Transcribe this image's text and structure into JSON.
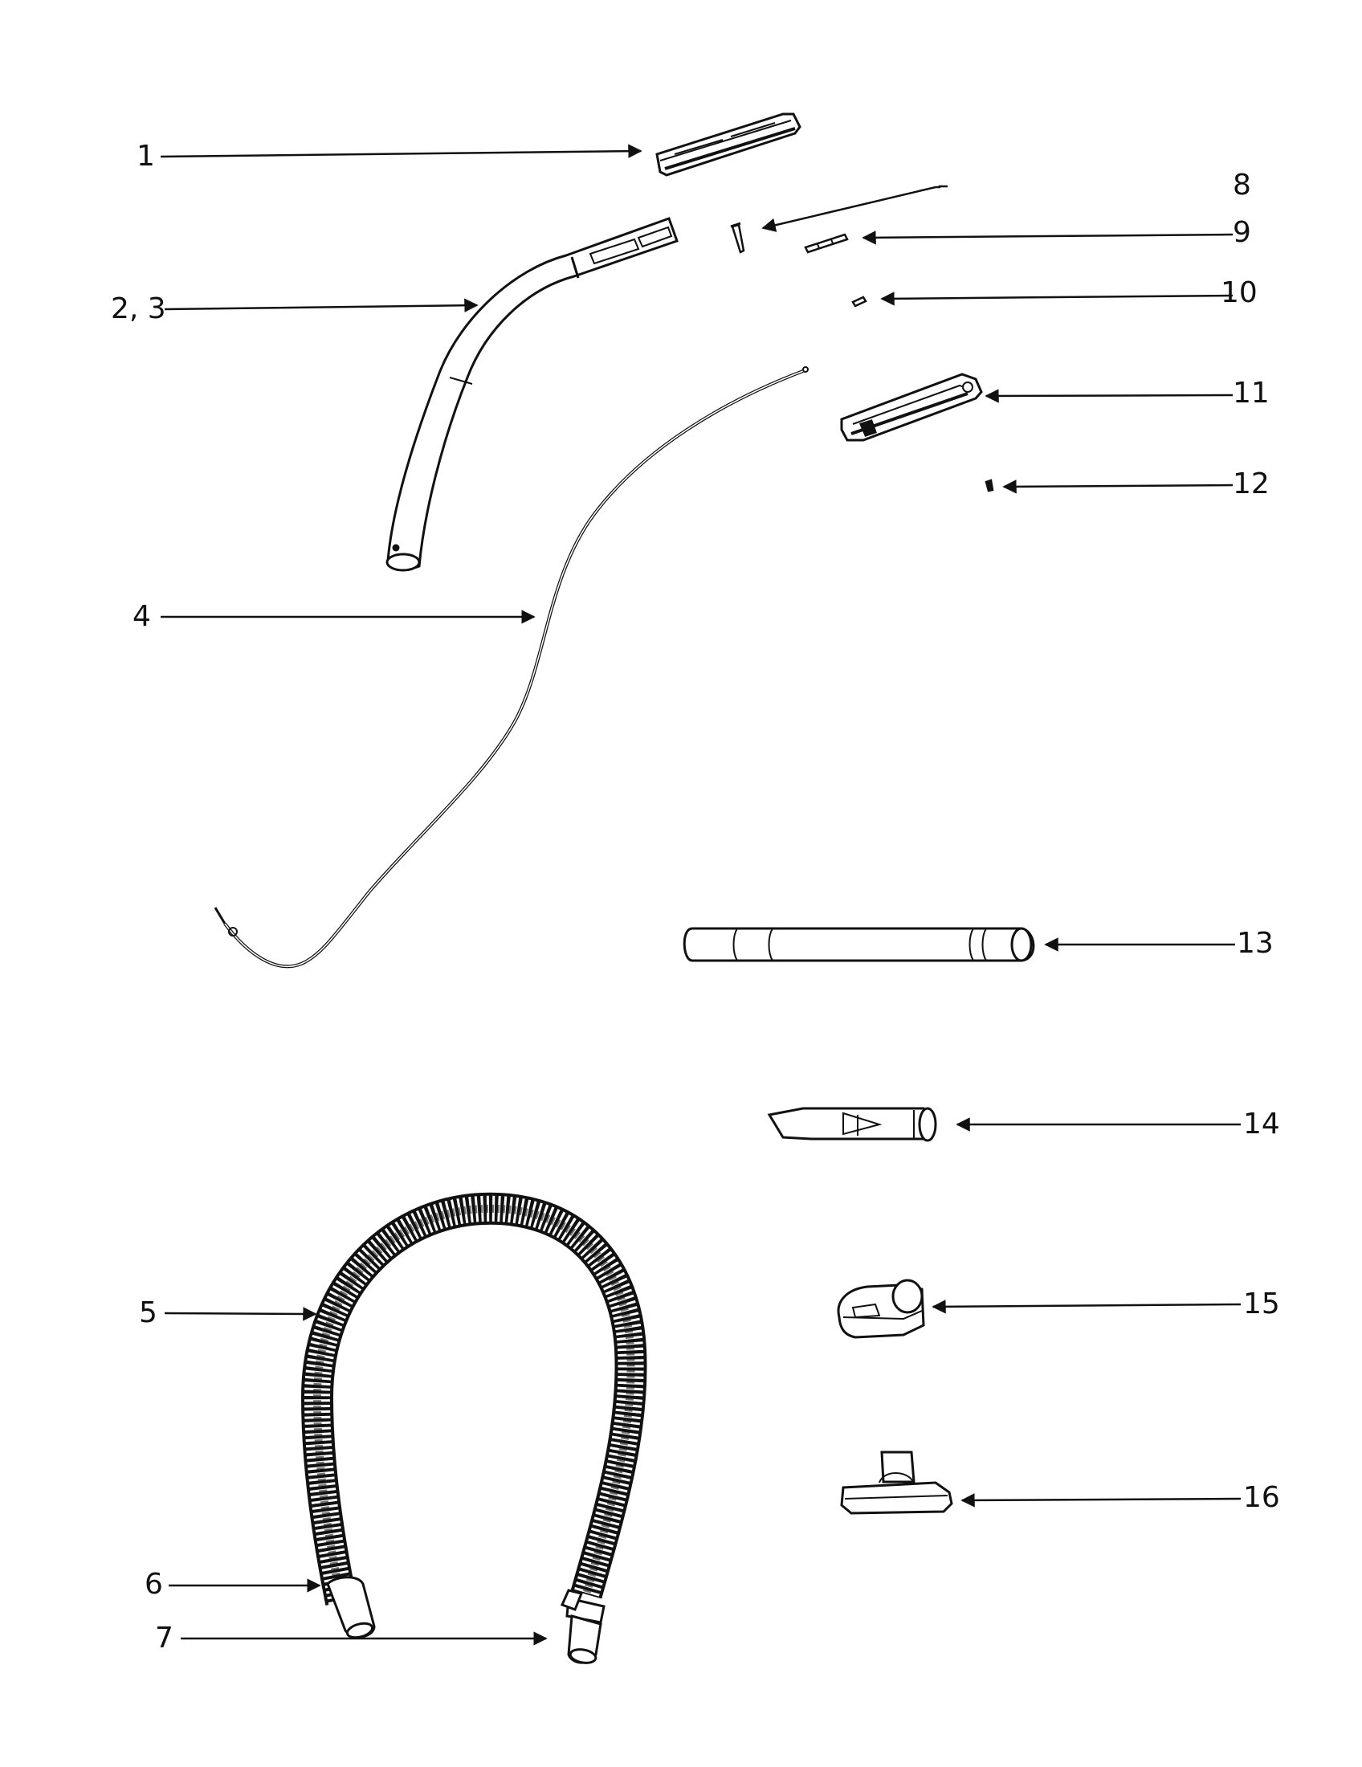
{
  "labels": {
    "p1": "1",
    "p2_3": "2, 3",
    "p4": "4",
    "p5": "5",
    "p6": "6",
    "p7": "7",
    "p8": "8",
    "p9": "9",
    "p10": "10",
    "p11": "11",
    "p12": "12",
    "p13": "13",
    "p14": "14",
    "p15": "15",
    "p16": "16"
  }
}
